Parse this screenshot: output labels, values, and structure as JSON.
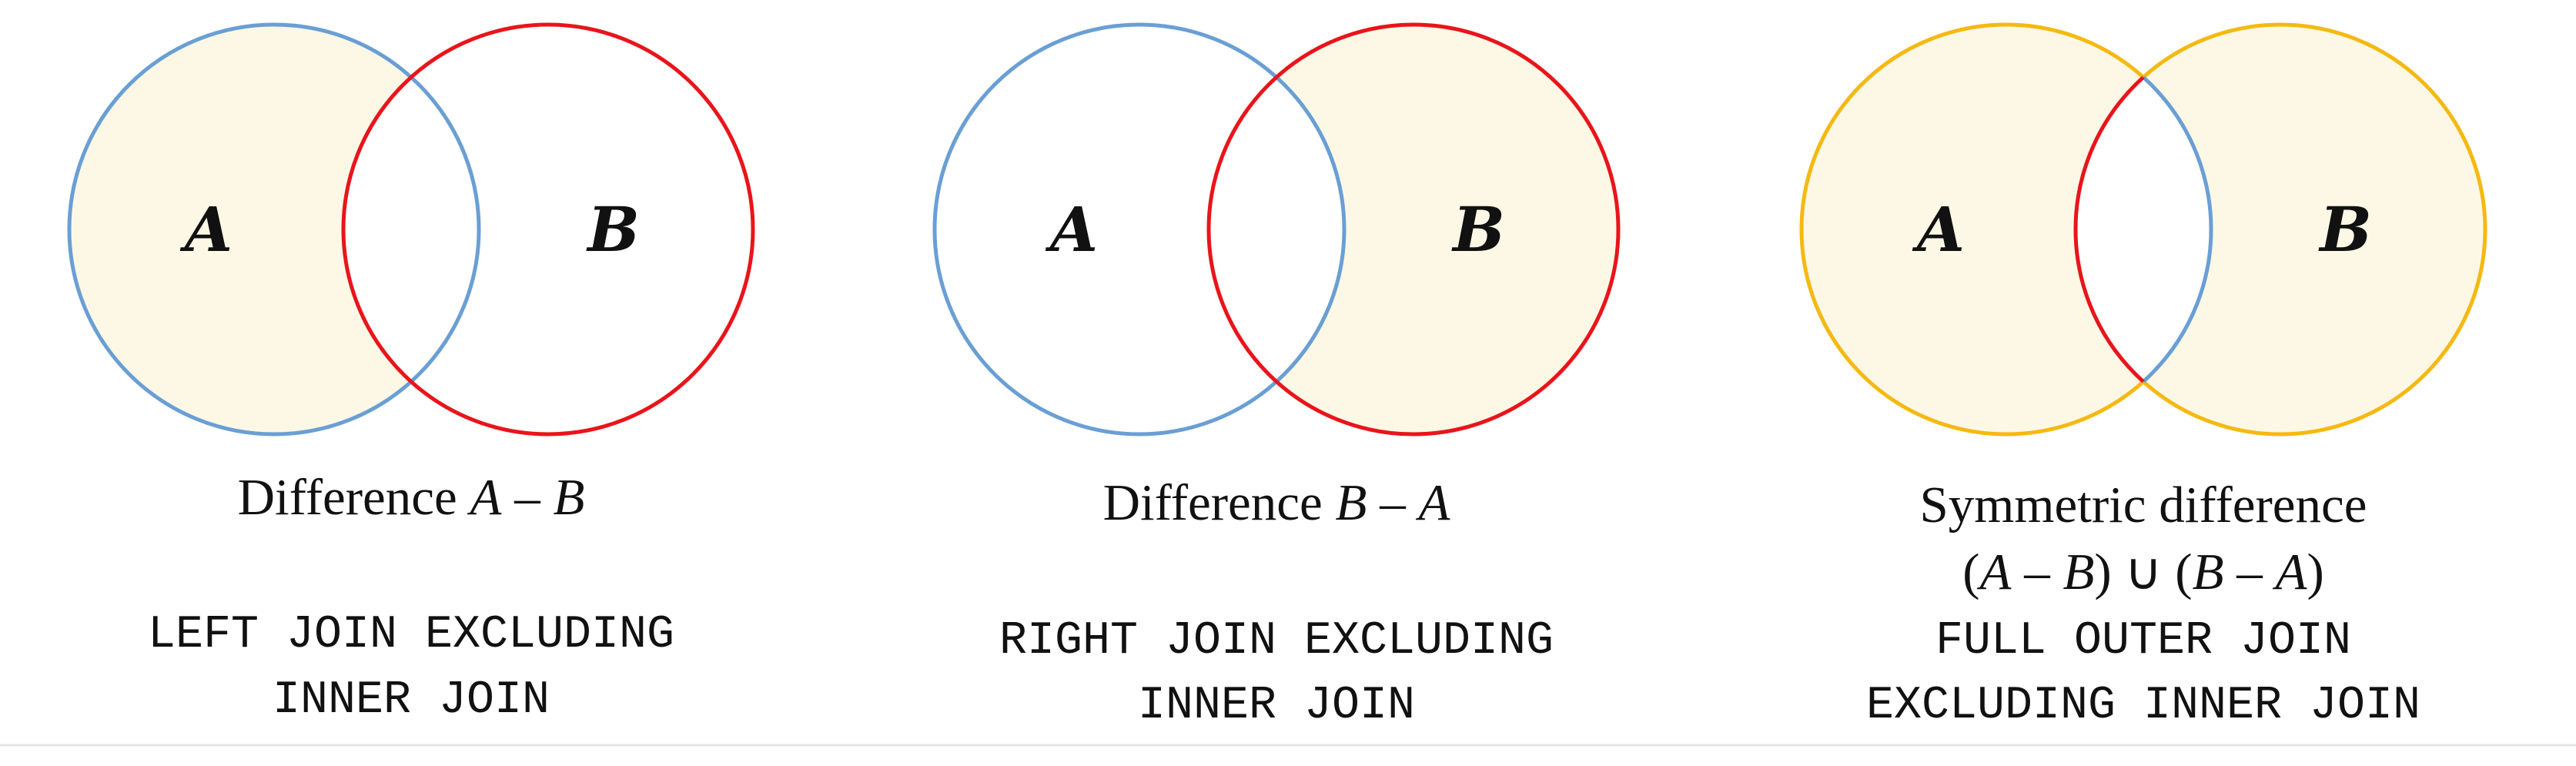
{
  "colors": {
    "set_a_outline": "#6a9fd4",
    "set_b_outline": "#e8151b",
    "highlight_outline": "#f5b912",
    "fill": "#fdf8e6",
    "text": "#111111",
    "rule": "#e6e6e6"
  },
  "panels": [
    {
      "id": "diff-a-b",
      "highlight": "a-only",
      "set_a": "A",
      "set_b": "B",
      "caption": {
        "prefix": "Difference ",
        "expr": [
          "A",
          " – ",
          "B"
        ]
      },
      "caption2": null,
      "sql": [
        "LEFT JOIN EXCLUDING",
        "INNER JOIN"
      ]
    },
    {
      "id": "diff-b-a",
      "highlight": "b-only",
      "set_a": "A",
      "set_b": "B",
      "caption": {
        "prefix": "Difference ",
        "expr": [
          "B",
          " – ",
          "A"
        ]
      },
      "caption2": null,
      "sql": [
        "RIGHT JOIN EXCLUDING",
        "INNER JOIN"
      ]
    },
    {
      "id": "sym-diff",
      "highlight": "symmetric",
      "set_a": "A",
      "set_b": "B",
      "caption": {
        "prefix": "Symmetric difference",
        "expr": []
      },
      "caption2": [
        "(",
        "A",
        " – ",
        "B",
        ") ∪ (",
        "B",
        " – ",
        "A",
        ")"
      ],
      "sql": [
        "FULL OUTER JOIN",
        "EXCLUDING INNER JOIN"
      ]
    }
  ]
}
